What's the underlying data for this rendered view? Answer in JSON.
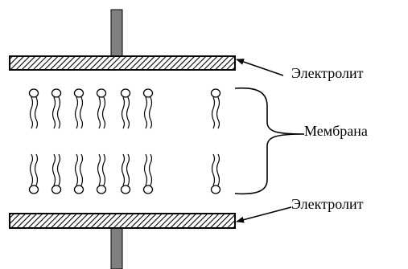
{
  "labels": {
    "electrolyte_top": "Электролит",
    "membrane": "Мембрана",
    "electrolyte_bottom": "Электролит"
  },
  "colors": {
    "rod": "#808080",
    "stroke": "#000000",
    "background": "#ffffff"
  }
}
